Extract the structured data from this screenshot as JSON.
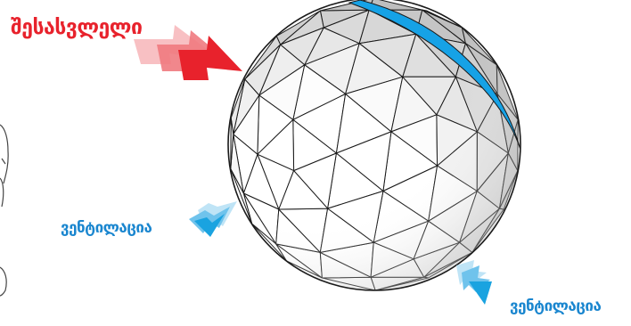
{
  "labels": {
    "entrance": "შესასვლელი",
    "ventilation_left": "ვენტილაცია",
    "ventilation_right": "ვენტილაცია"
  },
  "colors": {
    "entrance_arrow": "#e8222c",
    "entrance_text": "#e8222c",
    "ventilation_arrow": "#1aa3e0",
    "ventilation_text": "#1a86cf",
    "vent_strip": "#16a2e6",
    "dome_fill": "#ffffff",
    "dome_shade": "#d6d6d6",
    "edge": "#1a1a1a"
  },
  "icons": {
    "entrance_arrow": "entrance-arrow-icon",
    "ventilation_arrow": "ventilation-arrow-icon",
    "person": "person-sketch-icon"
  }
}
